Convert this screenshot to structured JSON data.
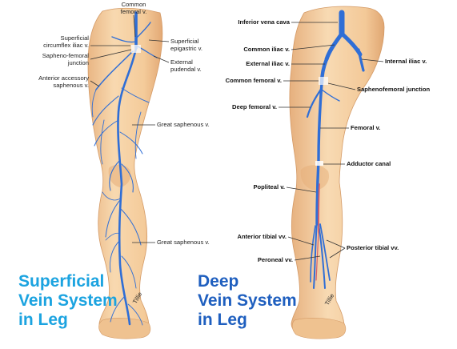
{
  "superficial": {
    "labels": {
      "common_femoral": "Common femoral v.",
      "superficial_circumflex_iliac": "Superficial circumflex iliac v.",
      "saphenofemoral_junction": "Sapheno-femoral junction",
      "anterior_accessory_saphenous": "Anterior accessory saphenous v.",
      "superficial_epigastric": "Superficial epigastric v.",
      "external_pudendal": "External pudendal v.",
      "great_saphenous_upper": "Great saphenous v.",
      "great_saphenous_lower": "Great saphenous v."
    },
    "caption": [
      "Superficial",
      "Vein System",
      "in Leg"
    ],
    "signature": "Tillie"
  },
  "deep": {
    "labels": {
      "inferior_vena_cava": "Inferior vena cava",
      "common_iliac": "Common iliac v.",
      "external_iliac": "External iliac v.",
      "internal_iliac": "Internal iliac v.",
      "common_femoral": "Common femoral v.",
      "saphenofemoral_junction": "Saphenofemoral junction",
      "deep_femoral": "Deep femoral v.",
      "femoral": "Femoral v.",
      "adductor_canal": "Adductor canal",
      "popliteal": "Popliteal v.",
      "anterior_tibial": "Anterior tibial vv.",
      "posterior_tibial": "Posterior tibial vv.",
      "peroneal": "Peroneal vv."
    },
    "caption": [
      "Deep",
      "Vein System",
      "in Leg"
    ],
    "signature": "Tillie"
  },
  "colors": {
    "skin": "#f6d1a3",
    "skin_shadow": "#e8b27f",
    "vein": "#2f6ed6",
    "vein_dark": "#1d4fa8",
    "artery": "#d4606a",
    "caption_left": "#1ba3e0",
    "caption_right": "#1f5fbf"
  }
}
